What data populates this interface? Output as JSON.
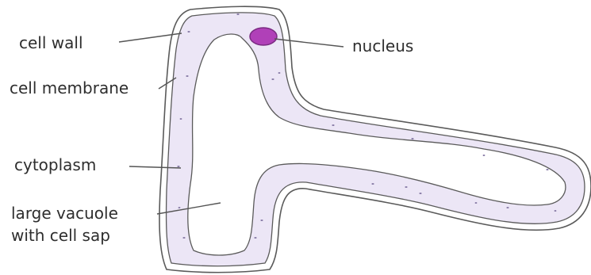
{
  "labels": {
    "cell_wall": "cell wall",
    "cell_membrane": "cell membrane",
    "cytoplasm": "cytoplasm",
    "vacuole_line1": "large vacuole",
    "vacuole_line2": "with cell sap",
    "nucleus": "nucleus"
  },
  "colors": {
    "cytoplasm_fill": "#ece6f6",
    "vacuole_fill": "#ffffff",
    "outline": "#5a5a5a",
    "nucleus_fill": "#b040b8",
    "nucleus_stroke": "#7a2a82",
    "granule": "#8a7ea8",
    "label_text": "#2e2e2e",
    "leader_line": "#555555"
  }
}
